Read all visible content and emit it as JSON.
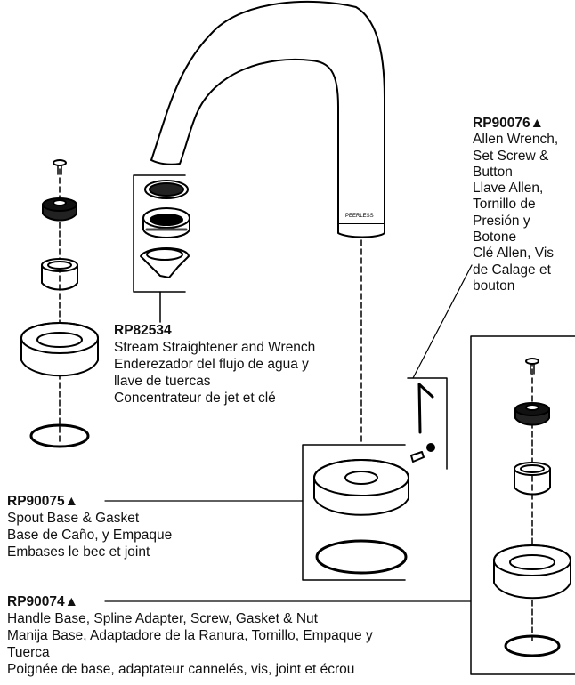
{
  "parts": {
    "rp82534": {
      "code": "RP82534",
      "lines": [
        "Stream Straightener and Wrench",
        "Enderezador del flujo de agua y",
        "llave de tuercas",
        "Concentrateur de jet et clé"
      ]
    },
    "rp90076": {
      "code": "RP90076▲",
      "lines": [
        "Allen Wrench,",
        "Set Screw &",
        "Button",
        "Llave Allen,",
        "Tornillo de",
        "Presión y",
        "Botone",
        "Clé Allen, Vis",
        "de Calage et",
        "bouton"
      ]
    },
    "rp90075": {
      "code": "RP90075▲",
      "lines": [
        "Spout Base & Gasket",
        "Base de Caño, y Empaque",
        "Embases le bec et joint"
      ]
    },
    "rp90074": {
      "code": "RP90074▲",
      "lines": [
        "Handle Base, Spline Adapter, Screw, Gasket & Nut",
        "Manija Base, Adaptadore de la Ranura, Tornillo, Empaque y",
        "Tuerca",
        "Poignée de base, adaptateur cannelés, vis, joint et écrou"
      ]
    }
  },
  "spout_mark": "PEERLESS"
}
